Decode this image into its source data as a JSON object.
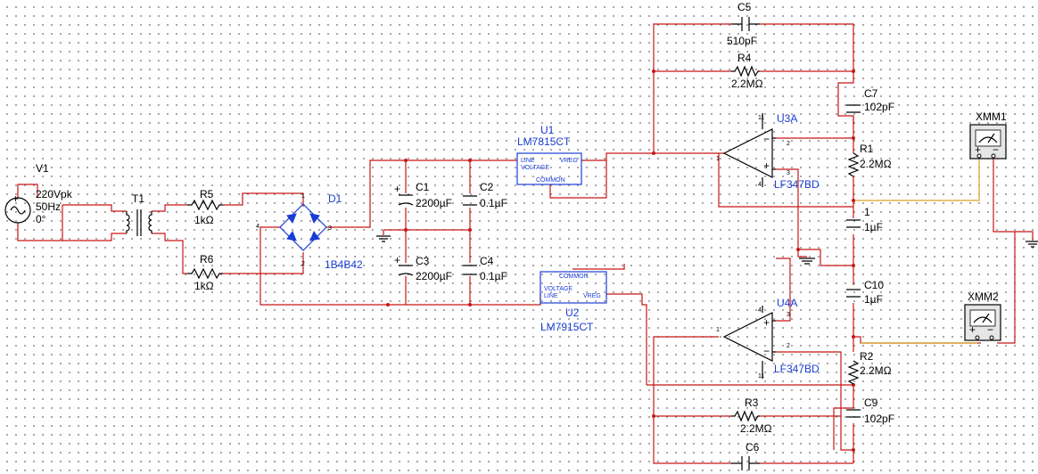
{
  "source": {
    "ref": "V1",
    "amplitude": "220Vpk",
    "freq": "50Hz",
    "phase": "0°"
  },
  "transformer": {
    "ref": "T1"
  },
  "resistors": {
    "r5": {
      "ref": "R5",
      "value": "1kΩ"
    },
    "r6": {
      "ref": "R6",
      "value": "1kΩ"
    },
    "r4": {
      "ref": "R4",
      "value": "2.2MΩ"
    },
    "r1": {
      "ref": "R1",
      "value": "2.2MΩ"
    },
    "r2": {
      "ref": "R2",
      "value": "2.2MΩ"
    },
    "r3": {
      "ref": "R3",
      "value": "2.2MΩ"
    }
  },
  "bridge": {
    "ref": "D1",
    "part": "1B4B42",
    "pins": [
      "1",
      "2",
      "3",
      "4"
    ]
  },
  "capacitors": {
    "c1": {
      "ref": "C1",
      "value": "2200µF"
    },
    "c2": {
      "ref": "C2",
      "value": "0.1µF"
    },
    "c3": {
      "ref": "C3",
      "value": "2200µF"
    },
    "c4": {
      "ref": "C4",
      "value": "0.1µF"
    },
    "c5": {
      "ref": "C5",
      "value": "510pF"
    },
    "c7": {
      "ref": "C7",
      "value": "102pF"
    },
    "c1b": {
      "ref": "1",
      "value": "1µF"
    },
    "c10": {
      "ref": "C10",
      "value": "1µF"
    },
    "c9": {
      "ref": "C9",
      "value": "102pF"
    },
    "c6": {
      "ref": "C6"
    }
  },
  "regulators": {
    "u1": {
      "ref": "U1",
      "part": "LM7815CT",
      "line": "LINE",
      "vreg": "VREG",
      "voltage": "VOLTAGE",
      "common": "COMMON"
    },
    "u2": {
      "ref": "U2",
      "part": "LM7915CT",
      "line": "LINE",
      "vreg": "VREG",
      "voltage": "VOLTAGE",
      "common": "COMMON"
    }
  },
  "opamps": {
    "u3a": {
      "ref": "U3A",
      "part": "LF347BD",
      "pins": [
        "3",
        "2",
        "1",
        "4",
        "11"
      ]
    },
    "u4a": {
      "ref": "U4A",
      "part": "LF347BD",
      "pins": [
        "3",
        "2",
        "1",
        "4",
        "11"
      ]
    }
  },
  "meters": {
    "xmm1": {
      "ref": "XMM1"
    },
    "xmm2": {
      "ref": "XMM2"
    }
  },
  "colors": {
    "wire": "#c81616",
    "meter_wire": "#d7a424",
    "component": "#1a3dd6"
  }
}
